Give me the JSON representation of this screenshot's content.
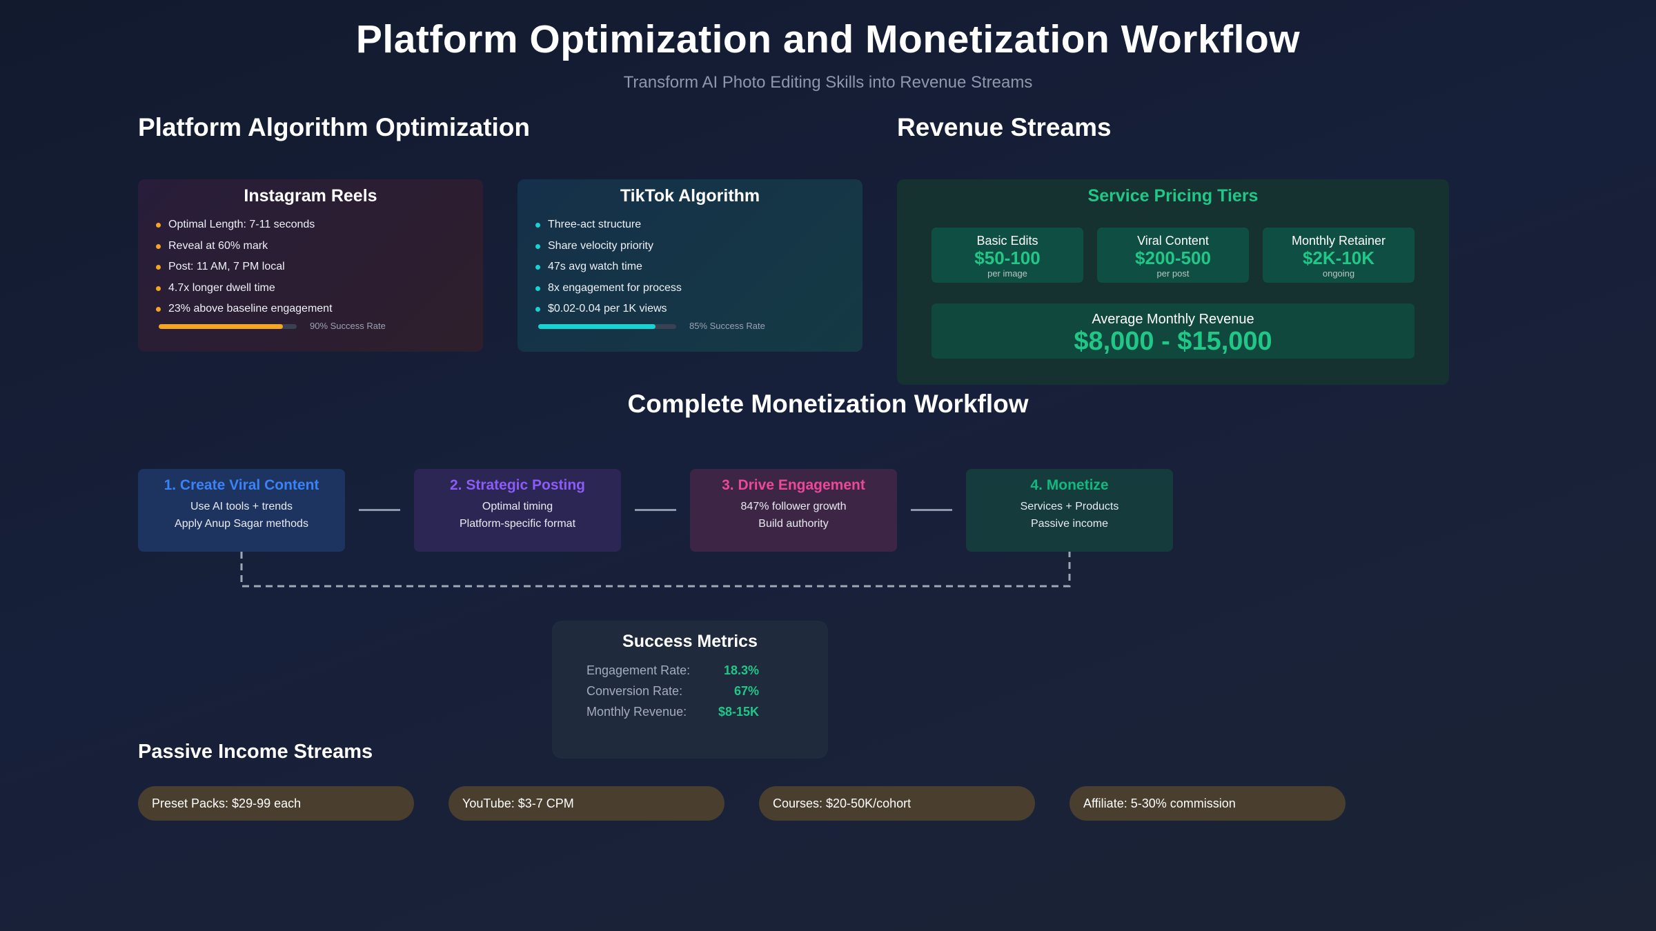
{
  "header": {
    "title": "Platform Optimization and Monetization Workflow",
    "subtitle": "Transform AI Photo Editing Skills into Revenue Streams"
  },
  "sections": {
    "algorithm": "Platform Algorithm Optimization",
    "revenue": "Revenue Streams",
    "workflow": "Complete Monetization Workflow",
    "passive": "Passive Income Streams"
  },
  "platforms": [
    {
      "title": "Instagram Reels",
      "items": [
        "Optimal Length: 7-11 seconds",
        "Reveal at 60% mark",
        "Post: 11 AM, 7 PM local",
        "4.7x longer dwell time",
        "23% above baseline engagement"
      ],
      "success_rate": 0.9,
      "success_label": "90% Success Rate",
      "accent": "#f5a524"
    },
    {
      "title": "TikTok Algorithm",
      "items": [
        "Three-act structure",
        "Share velocity priority",
        "47s avg watch time",
        "8x engagement for process",
        "$0.02-0.04 per 1K views"
      ],
      "success_rate": 0.85,
      "success_label": "85% Success Rate",
      "accent": "#19d3d3"
    }
  ],
  "pricing": {
    "title": "Service Pricing Tiers",
    "tiers": [
      {
        "name": "Basic Edits",
        "price": "$50-100",
        "unit": "per image"
      },
      {
        "name": "Viral Content",
        "price": "$200-500",
        "unit": "per post"
      },
      {
        "name": "Monthly Retainer",
        "price": "$2K-10K",
        "unit": "ongoing"
      }
    ],
    "average_label": "Average Monthly Revenue",
    "average_value": "$8,000 - $15,000",
    "accent": "#21c787"
  },
  "workflow": {
    "steps": [
      {
        "title": "1. Create Viral Content",
        "lines": [
          "Use AI tools + trends",
          "Apply Anup Sagar methods"
        ],
        "color": "#3b82f6"
      },
      {
        "title": "2. Strategic Posting",
        "lines": [
          "Optimal timing",
          "Platform-specific format"
        ],
        "color": "#8b5cf6"
      },
      {
        "title": "3. Drive Engagement",
        "lines": [
          "847% follower growth",
          "Build authority"
        ],
        "color": "#ec4899"
      },
      {
        "title": "4. Monetize",
        "lines": [
          "Services + Products",
          "Passive income"
        ],
        "color": "#10b981"
      }
    ]
  },
  "metrics": {
    "title": "Success Metrics",
    "rows": [
      {
        "label": "Engagement Rate:",
        "value": "18.3%"
      },
      {
        "label": "Conversion Rate:",
        "value": "67%"
      },
      {
        "label": "Monthly Revenue:",
        "value": "$8-15K"
      }
    ]
  },
  "passive": {
    "items": [
      "Preset Packs: $29-99 each",
      "YouTube: $3-7 CPM",
      "Courses: $20-50K/cohort",
      "Affiliate: 5-30% commission"
    ]
  }
}
